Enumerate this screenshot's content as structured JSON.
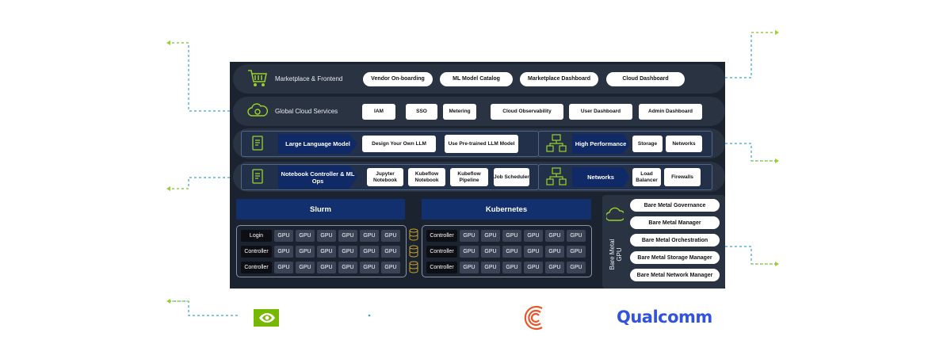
{
  "rows": {
    "marketplace": {
      "label": "Marketplace & Frontend",
      "pills": [
        "Vendor On-boarding",
        "ML Model Catalog",
        "Marketplace Dashboard",
        "Cloud Dashboard"
      ]
    },
    "global": {
      "label": "Global Cloud Services",
      "pills": [
        "IAM",
        "SSO",
        "Metering",
        "Cloud Observability",
        "User Dashboard",
        "Admin Dashboard"
      ]
    },
    "llm": {
      "title": "Large Language Model",
      "boxes": [
        "Design Your Own LLM",
        "Use Pre-trained LLM Model"
      ]
    },
    "hpc": {
      "title": "High Performance",
      "boxes": [
        "Storage",
        "Networks"
      ]
    },
    "notebook": {
      "title": "Notebook Controller & ML Ops",
      "boxes": [
        "Jupyter Notebook",
        "Kubeflow Notebook",
        "Kubeflow Pipeline",
        "Job Scheduler"
      ]
    },
    "networks": {
      "title": "Networks",
      "boxes": [
        "Load Balancer",
        "Firewalls"
      ]
    }
  },
  "slurm": {
    "title": "Slurm",
    "rows": [
      [
        "Login",
        "GPU",
        "GPU",
        "GPU",
        "GPU",
        "GPU",
        "GPU"
      ],
      [
        "Controller",
        "GPU",
        "GPU",
        "GPU",
        "GPU",
        "GPU",
        "GPU"
      ],
      [
        "Controller",
        "GPU",
        "GPU",
        "GPU",
        "GPU",
        "GPU",
        "GPU"
      ]
    ]
  },
  "kubernetes": {
    "title": "Kubernetes",
    "rows": [
      [
        "Controller",
        "GPU",
        "GPU",
        "GPU",
        "GPU",
        "GPU",
        "GPU"
      ],
      [
        "Controller",
        "GPU",
        "GPU",
        "GPU",
        "GPU",
        "GPU",
        "GPU"
      ],
      [
        "Controller",
        "GPU",
        "GPU",
        "GPU",
        "GPU",
        "GPU",
        "GPU"
      ]
    ]
  },
  "baremetal": {
    "label": "Bare Metal GPU",
    "items": [
      "Bare Metal Governance",
      "Bare Metal Manager",
      "Bare Metal Orchestration",
      "Bare Metal Storage Manager",
      "Bare Metal Network Manager"
    ]
  },
  "logos": {
    "qualcomm": "Qualcomm"
  },
  "colors": {
    "panel": "#1b2230",
    "row": "#2a3342",
    "accent_blue": "#13306e",
    "connector_blue": "#3aa0d8",
    "connector_green": "#9bd12a",
    "nvidia_green": "#76b900",
    "qualcomm_blue": "#3253dc",
    "cerebras_orange": "#e8572a"
  }
}
